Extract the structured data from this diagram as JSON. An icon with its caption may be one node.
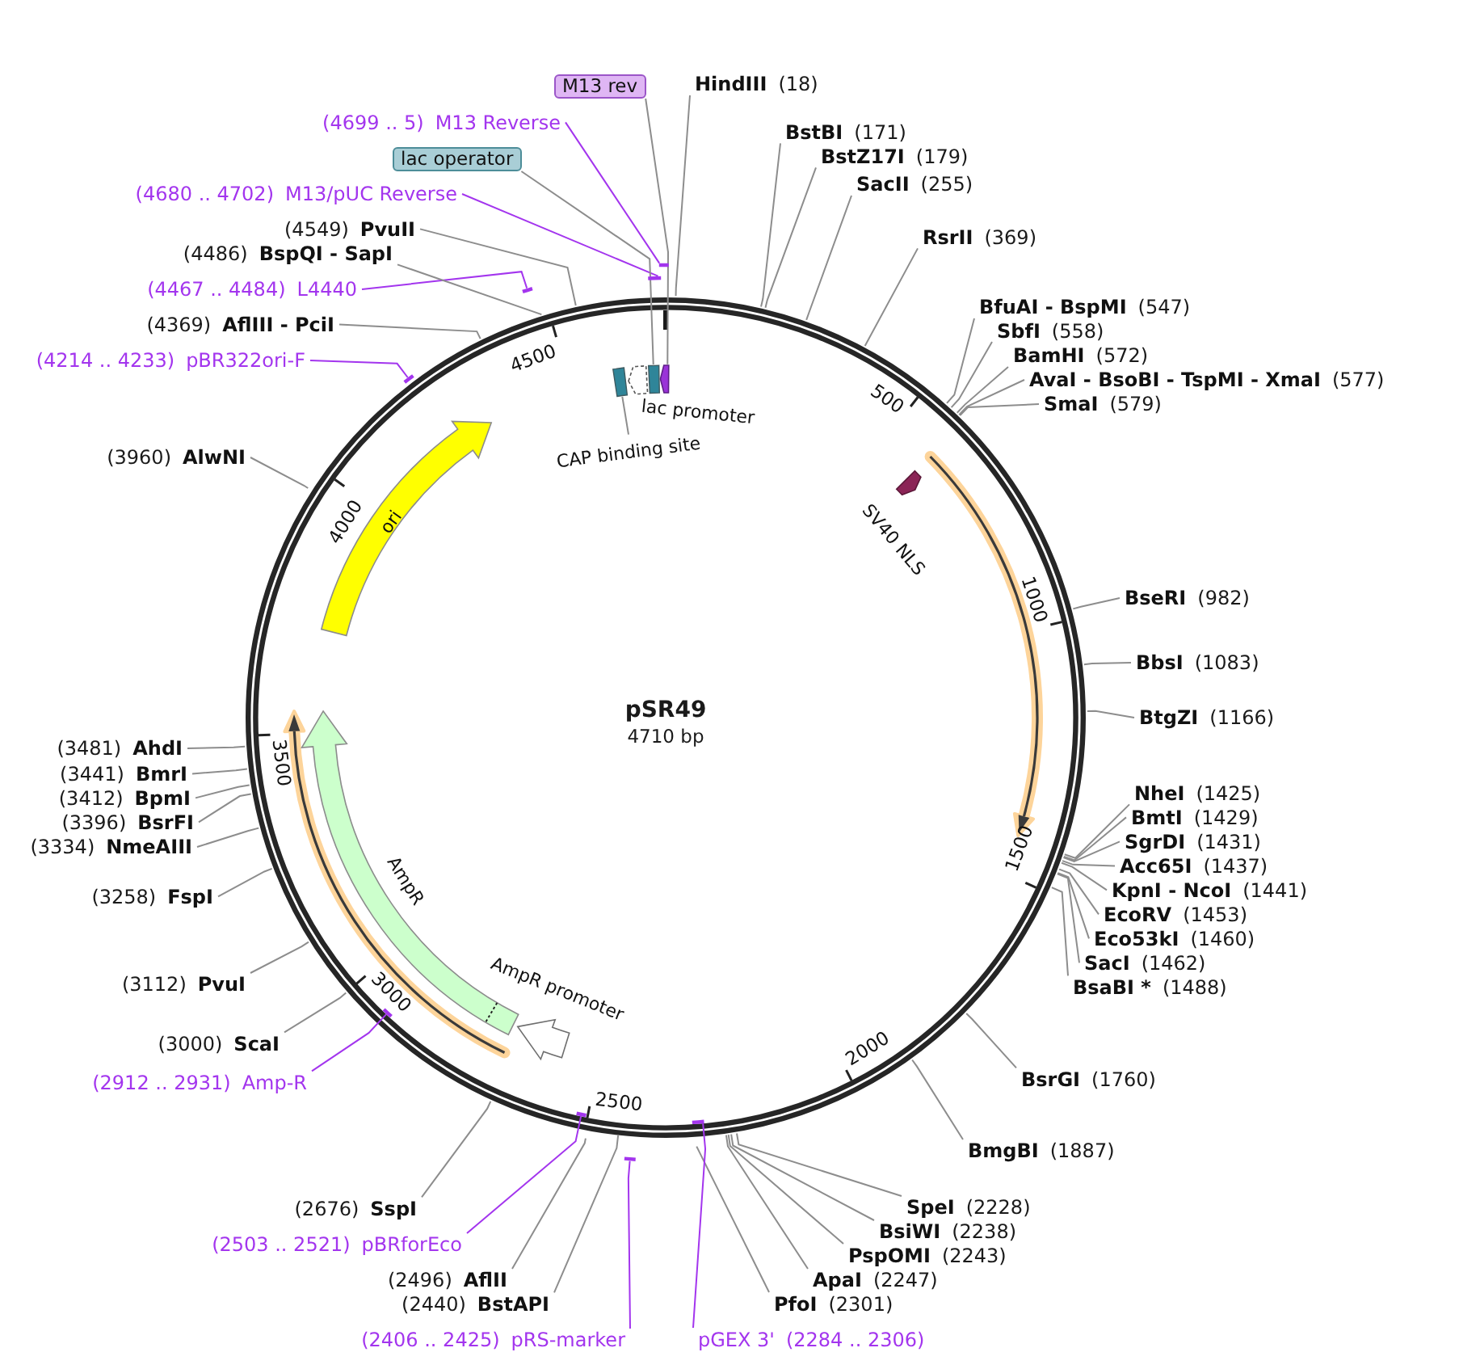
{
  "diagram": {
    "title": "pSR49",
    "nodes": [
      {
        "text": [
          "HindIII",
          "(18)"
        ]
      },
      {
        "text": [
          "BstBI",
          "(171)"
        ]
      },
      {
        "text": [
          "BstZ17I",
          "(179)"
        ]
      },
      {
        "text": [
          "SacII",
          "(255)"
        ]
      },
      {
        "text": [
          "RsrII",
          "(369)"
        ]
      },
      {
        "text": [
          "BfuAI - BspMI",
          "(547)"
        ]
      },
      {
        "text": [
          "SbfI",
          "(558)"
        ]
      },
      {
        "text": [
          "BamHI",
          "(572)"
        ]
      },
      {
        "text": [
          "AvaI - BsoBI - TspMI - XmaI",
          "(577)"
        ]
      },
      {
        "text": [
          "SmaI",
          "(579)"
        ]
      },
      {
        "text": [
          "BseRI",
          "(982)"
        ]
      },
      {
        "text": [
          "BbsI",
          "(1083)"
        ]
      },
      {
        "text": [
          "BtgZI",
          "(1166)"
        ]
      },
      {
        "text": [
          "NheI",
          "(1425)"
        ]
      },
      {
        "text": [
          "BmtI",
          "(1429)"
        ]
      },
      {
        "text": [
          "SgrDI",
          "(1431)"
        ]
      },
      {
        "text": [
          "Acc65I",
          "(1437)"
        ]
      },
      {
        "text": [
          "KpnI - NcoI",
          "(1441)"
        ]
      },
      {
        "text": [
          "EcoRV",
          "(1453)"
        ]
      },
      {
        "text": [
          "Eco53kI",
          "(1460)"
        ]
      },
      {
        "text": [
          "SacI",
          "(1462)"
        ]
      },
      {
        "text": [
          "BsaBI *",
          "(1488)"
        ]
      },
      {
        "text": [
          "BsrGI",
          "(1760)"
        ]
      },
      {
        "text": [
          "BmgBI",
          "(1887)"
        ]
      },
      {
        "text": [
          "SpeI",
          "(2228)"
        ]
      },
      {
        "text": [
          "BsiWI",
          "(2238)"
        ]
      },
      {
        "text": [
          "PspOMI",
          "(2243)"
        ]
      },
      {
        "text": [
          "ApaI",
          "(2247)"
        ]
      },
      {
        "text": [
          "PfoI",
          "(2301)"
        ]
      },
      {
        "text": [
          "pGEX 3'",
          "(2284 .. 2306)"
        ]
      },
      {
        "text": [
          "(2406 .. 2425)",
          "pRS-marker"
        ]
      },
      {
        "text": [
          "(2440)",
          "BstAPI"
        ]
      },
      {
        "text": [
          "(2496)",
          "AflII"
        ]
      },
      {
        "text": [
          "(2503 .. 2521)",
          "pBRforEco"
        ]
      },
      {
        "text": [
          "(2676)",
          "SspI"
        ]
      },
      {
        "text": [
          "(2912 .. 2931)",
          "Amp-R"
        ]
      },
      {
        "text": [
          "(3000)",
          "ScaI"
        ]
      },
      {
        "text": [
          "(3112)",
          "PvuI"
        ]
      },
      {
        "text": [
          "(3258)",
          "FspI"
        ]
      },
      {
        "text": [
          "(3334)",
          "NmeAIII"
        ]
      },
      {
        "text": [
          "(3396)",
          "BsrFI"
        ]
      },
      {
        "text": [
          "(3412)",
          "BpmI"
        ]
      },
      {
        "text": [
          "(3441)",
          "BmrI"
        ]
      },
      {
        "text": [
          "(3481)",
          "AhdI"
        ]
      },
      {
        "text": [
          "(3960)",
          "AlwNI"
        ]
      },
      {
        "text": [
          "(4214 .. 4233)",
          "pBR322ori-F"
        ]
      },
      {
        "text": [
          "(4369)",
          "AflIII - PciI"
        ]
      },
      {
        "text": [
          "(4467 .. 4484)",
          "L4440"
        ]
      },
      {
        "text": [
          "(4486)",
          "BspQI - SapI"
        ]
      },
      {
        "text": [
          "(4549)",
          "PvuII"
        ]
      },
      {
        "text": [
          "(4680 .. 4702)",
          "M13/pUC Reverse"
        ]
      },
      {
        "text": [
          "lac operator"
        ]
      },
      {
        "text": [
          "(4699 .. 5)",
          "M13 Reverse"
        ]
      },
      {
        "text": [
          "M13 rev"
        ]
      },
      {
        "text": [
          "ori"
        ]
      },
      {
        "text": [
          "AmpR"
        ]
      },
      {
        "text": [
          "CAP binding site"
        ]
      },
      {
        "text": [],
        "shape": "arrow",
        "beside": [
          "AmpR promoter"
        ]
      },
      {
        "text": [],
        "shape": "box"
      },
      {
        "text": [],
        "shape": "arrow",
        "beside": [
          "lac promoter"
        ]
      },
      {
        "text": [],
        "shape": "box"
      },
      {
        "text": [],
        "shape": "arrow"
      },
      {
        "text": [],
        "shape": "arrow",
        "beside": [
          "SV40 NLS"
        ]
      },
      {
        "text": [],
        "shape": "bar"
      },
      {
        "text": [],
        "shape": "bar"
      },
      {
        "text": [],
        "shape": "bar"
      },
      {
        "text": [],
        "shape": "bar"
      },
      {
        "text": [],
        "shape": "bar"
      },
      {
        "text": [],
        "shape": "bar"
      },
      {
        "text": [],
        "shape": "bar"
      },
      {
        "text": [],
        "shape": "bar"
      }
    ],
    "edges": [
      {
        "from": 0,
        "to": null,
        "arrow": "none"
      },
      {
        "from": 1,
        "to": null,
        "arrow": "none"
      },
      {
        "from": 2,
        "to": null,
        "arrow": "none"
      },
      {
        "from": 3,
        "to": null,
        "arrow": "none"
      },
      {
        "from": 4,
        "to": null,
        "arrow": "none"
      },
      {
        "from": 5,
        "to": null,
        "arrow": "none"
      },
      {
        "from": 6,
        "to": null,
        "arrow": "none"
      },
      {
        "from": 7,
        "to": null,
        "arrow": "none"
      },
      {
        "from": 8,
        "to": null,
        "arrow": "none"
      },
      {
        "from": 9,
        "to": null,
        "arrow": "none"
      },
      {
        "from": 10,
        "to": null,
        "arrow": "none"
      },
      {
        "from": 11,
        "to": null,
        "arrow": "none"
      },
      {
        "from": 12,
        "to": null,
        "arrow": "none"
      },
      {
        "from": 13,
        "to": null,
        "arrow": "none"
      },
      {
        "from": 14,
        "to": null,
        "arrow": "none"
      },
      {
        "from": 15,
        "to": null,
        "arrow": "none"
      },
      {
        "from": 16,
        "to": null,
        "arrow": "none"
      },
      {
        "from": 17,
        "to": null,
        "arrow": "none"
      },
      {
        "from": 18,
        "to": null,
        "arrow": "none"
      },
      {
        "from": 19,
        "to": null,
        "arrow": "none"
      },
      {
        "from": 20,
        "to": null,
        "arrow": "none"
      },
      {
        "from": 21,
        "to": null,
        "arrow": "none"
      },
      {
        "from": 22,
        "to": null,
        "arrow": "none"
      },
      {
        "from": 23,
        "to": null,
        "arrow": "none"
      },
      {
        "from": 24,
        "to": null,
        "arrow": "none"
      },
      {
        "from": 25,
        "to": null,
        "arrow": "none"
      },
      {
        "from": 26,
        "to": null,
        "arrow": "none"
      },
      {
        "from": 27,
        "to": null,
        "arrow": "none"
      },
      {
        "from": 28,
        "to": null,
        "arrow": "none"
      },
      {
        "from": 29,
        "to": 70,
        "arrow": "none",
        "color": "#a335ee"
      },
      {
        "from": 30,
        "to": 67,
        "arrow": "none",
        "color": "#a335ee"
      },
      {
        "from": 31,
        "to": null,
        "arrow": "none"
      },
      {
        "from": 32,
        "to": null,
        "arrow": "none"
      },
      {
        "from": 33,
        "to": 66,
        "arrow": "none",
        "color": "#a335ee"
      },
      {
        "from": 34,
        "to": null,
        "arrow": "none"
      },
      {
        "from": 35,
        "to": 63,
        "arrow": "none",
        "color": "#a335ee"
      },
      {
        "from": 36,
        "to": null,
        "arrow": "none"
      },
      {
        "from": 37,
        "to": null,
        "arrow": "none"
      },
      {
        "from": 38,
        "to": null,
        "arrow": "none"
      },
      {
        "from": 39,
        "to": null,
        "arrow": "none"
      },
      {
        "from": 40,
        "to": null,
        "arrow": "none"
      },
      {
        "from": 41,
        "to": null,
        "arrow": "none"
      },
      {
        "from": 42,
        "to": null,
        "arrow": "none"
      },
      {
        "from": 43,
        "to": null,
        "arrow": "none"
      },
      {
        "from": 44,
        "to": null,
        "arrow": "none"
      },
      {
        "from": 45,
        "to": 64,
        "arrow": "none",
        "color": "#a335ee"
      },
      {
        "from": 46,
        "to": null,
        "arrow": "none"
      },
      {
        "from": 47,
        "to": 65,
        "arrow": "none",
        "color": "#a335ee"
      },
      {
        "from": 48,
        "to": null,
        "arrow": "none"
      },
      {
        "from": 49,
        "to": null,
        "arrow": "none"
      },
      {
        "from": 50,
        "to": 68,
        "arrow": "none",
        "color": "#a335ee"
      },
      {
        "from": 51,
        "to": 60,
        "arrow": "none"
      },
      {
        "from": 52,
        "to": 69,
        "arrow": "none",
        "color": "#a335ee"
      },
      {
        "from": 53,
        "to": 61,
        "arrow": "none"
      },
      {
        "from": 56,
        "to": 58,
        "arrow": "none"
      }
    ],
    "labels": [
      "4710 bp",
      "500",
      "1000",
      "1500",
      "2000",
      "2500",
      "3000",
      "3500",
      "4000",
      "4500"
    ]
  }
}
